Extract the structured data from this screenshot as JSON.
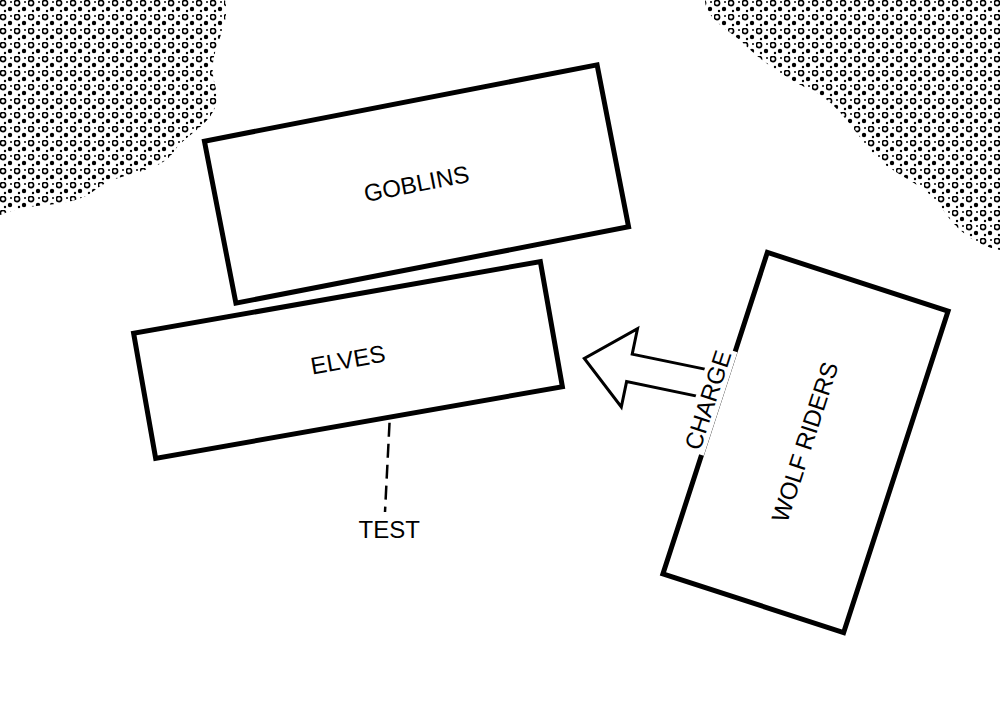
{
  "diagram": {
    "nodes": [
      {
        "text": [
          "GOBLINS"
        ]
      },
      {
        "text": [
          "ELVES"
        ]
      },
      {
        "text": [
          "WOLF RIDERS"
        ]
      }
    ],
    "edges": [
      {
        "from": 2,
        "to": 1,
        "label": "CHARGE",
        "arrow": "to"
      }
    ],
    "labels": [
      "TEST"
    ]
  }
}
